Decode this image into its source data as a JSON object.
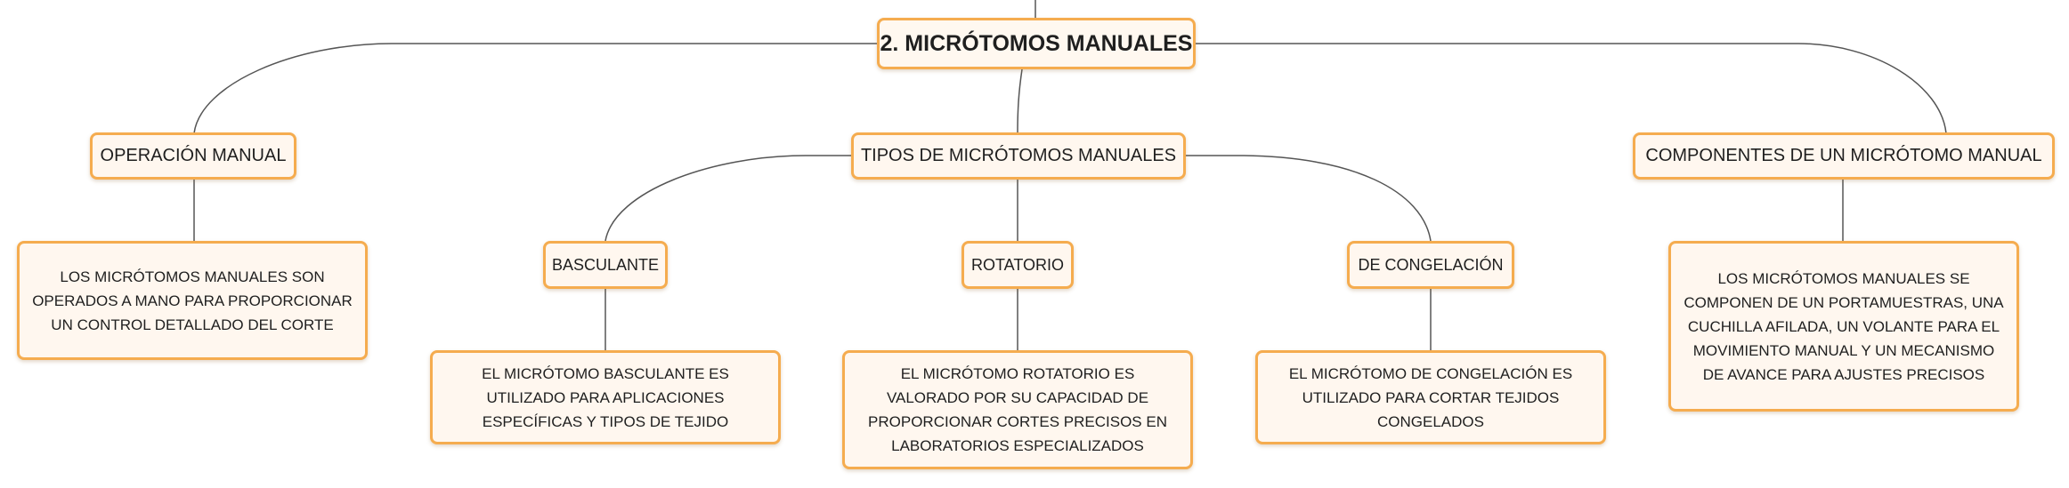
{
  "root": {
    "label": "2. MICRÓTOMOS MANUALES"
  },
  "topics": {
    "operacion": {
      "label": "OPERACIÓN MANUAL",
      "description": "LOS MICRÓTOMOS MANUALES SON OPERADOS A MANO PARA PROPORCIONAR UN CONTROL DETALLADO DEL CORTE"
    },
    "tipos": {
      "label": "TIPOS DE MICRÓTOMOS MANUALES",
      "basculante": {
        "label": "BASCULANTE",
        "description": "EL MICRÓTOMO BASCULANTE ES UTILIZADO PARA APLICACIONES ESPECÍFICAS Y TIPOS DE TEJIDO"
      },
      "rotatorio": {
        "label": "ROTATORIO",
        "description": "EL MICRÓTOMO ROTATORIO ES VALORADO POR SU CAPACIDAD DE PROPORCIONAR CORTES PRECISOS EN LABORATORIOS ESPECIALIZADOS"
      },
      "congelacion": {
        "label": "DE CONGELACIÓN",
        "description": "EL MICRÓTOMO DE CONGELACIÓN ES UTILIZADO PARA CORTAR TEJIDOS CONGELADOS"
      }
    },
    "componentes": {
      "label": "COMPONENTES DE UN MICRÓTOMO MANUAL",
      "description": "LOS MICRÓTOMOS MANUALES SE COMPONEN DE UN PORTAMUESTRAS, UNA CUCHILLA AFILADA, UN VOLANTE PARA EL MOVIMIENTO MANUAL Y UN MECANISMO DE AVANCE PARA AJUSTES PRECISOS"
    }
  },
  "colors": {
    "node_border": "#f5ac4f",
    "node_fill": "#fff7ef",
    "connector": "#555555",
    "text": "#1f1f1f"
  }
}
